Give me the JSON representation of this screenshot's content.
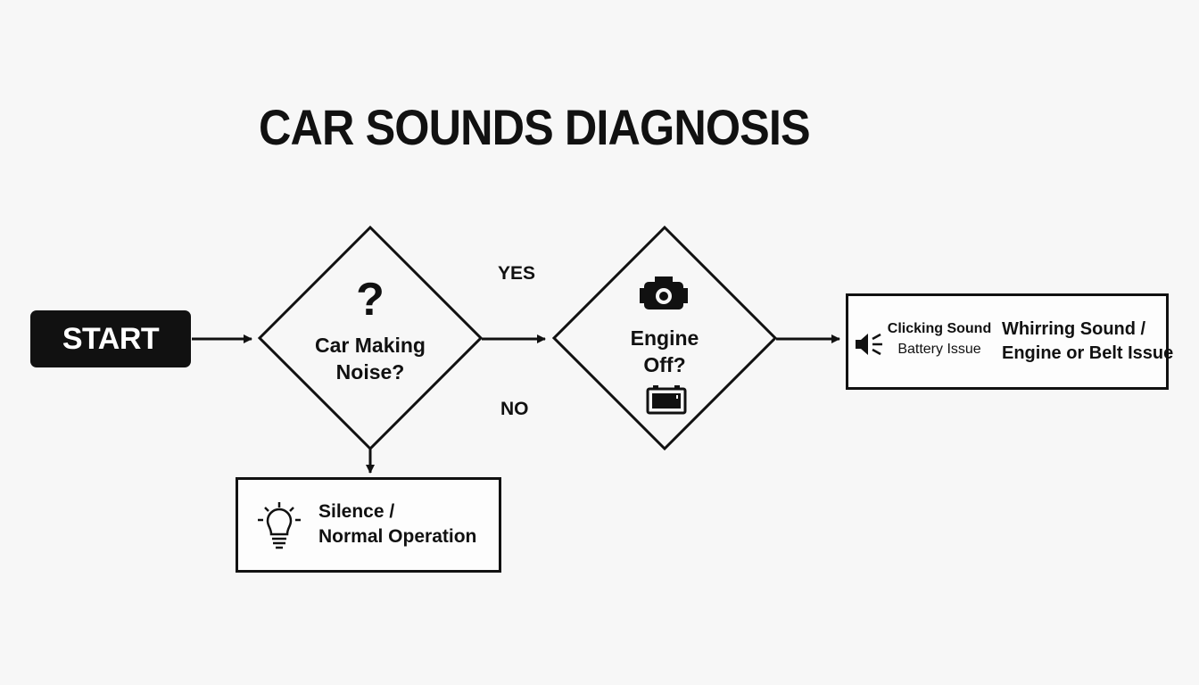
{
  "title": "CAR SOUNDS DIAGNOSIS",
  "start": {
    "label": "START"
  },
  "decision1": {
    "symbol": "?",
    "line1": "Car Making",
    "line2": "Noise?"
  },
  "decision2": {
    "line1": "Engine",
    "line2": "Off?",
    "icons": [
      "engine-icon",
      "battery-icon"
    ]
  },
  "branches": {
    "yes": "YES",
    "no": "NO"
  },
  "result_sounds": {
    "clicking_line1": "Clicking Sound",
    "clicking_line2": "Battery Issue",
    "whirring_line1": "Whirring Sound /",
    "whirring_line2": "Engine or Belt Issue",
    "icon": "speaker-icon"
  },
  "result_silence": {
    "line1": "Silence /",
    "line2": "Normal Operation",
    "icon": "lightbulb-icon"
  },
  "colors": {
    "ink": "#111111",
    "background": "#f7f7f7"
  }
}
